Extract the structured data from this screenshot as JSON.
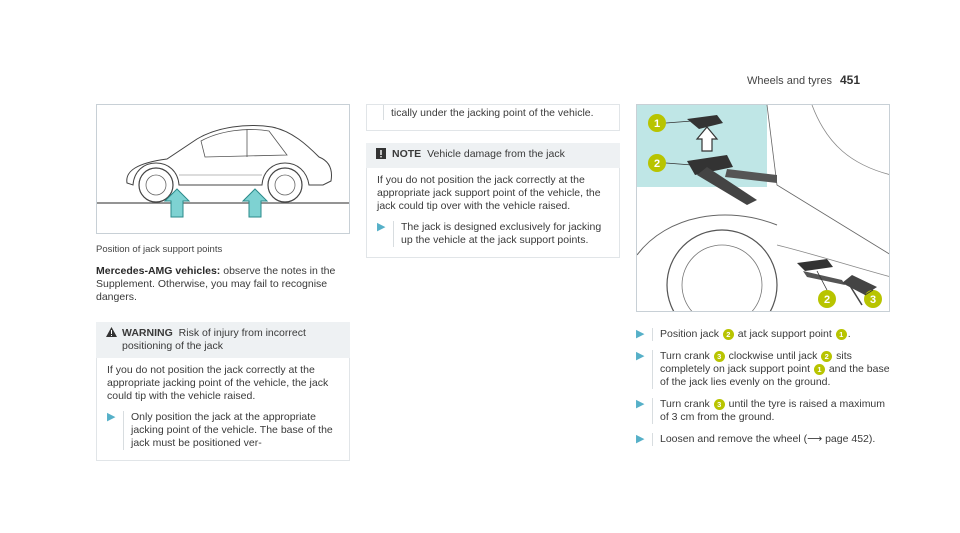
{
  "header": {
    "section": "Wheels and tyres",
    "page": "451"
  },
  "col1": {
    "caption": "Position of jack support points",
    "para_bold": "Mercedes-AMG vehicles:",
    "para_text": " observe the notes in the Supplement. Otherwise, you may fail to recognise dangers.",
    "warning": {
      "icon": "warning-icon",
      "label": "WARNING",
      "title": "Risk of injury from incorrect positioning of the jack",
      "body": "If you do not position the jack correctly at the appropriate jacking point of the vehicle, the jack could tip with the vehicle raised.",
      "step": "Only position the jack at the appropriate jacking point of the vehicle. The base of the jack must be positioned ver-"
    }
  },
  "col2": {
    "cont": "tically under the jacking point of the vehicle.",
    "note": {
      "icon": "note-icon",
      "label": "NOTE",
      "title": "Vehicle damage from the jack",
      "body": "If you do not position the jack correctly at the appropriate jack support point of the vehicle, the jack could tip over with the vehicle raised.",
      "step": "The jack is designed exclusively for jacking up the vehicle at the jack support points."
    }
  },
  "col3": {
    "steps": [
      {
        "pre": "Position jack ",
        "n1": "2",
        "mid": " at jack support point ",
        "n2": "1",
        "post": "."
      },
      {
        "pre": "Turn crank ",
        "n1": "3",
        "mid": " clockwise until jack ",
        "n2": "2",
        "post": " sits completely on jack support point ",
        "n3": "1",
        "post2": " and the base of the jack lies evenly on the ground."
      },
      {
        "pre": "Turn crank ",
        "n1": "3",
        "post": " until the tyre is raised a maximum of 3 cm from the ground."
      },
      {
        "pre": "Loosen and remove the wheel (",
        "arrow": "⟶",
        "post": " page 452)."
      }
    ],
    "figure_labels": [
      "1",
      "2",
      "2",
      "3"
    ]
  },
  "colors": {
    "accent": "#56b0c8",
    "callout": "#b8c400",
    "panel": "#eef1f3",
    "teal_fill": "#bfe6e6"
  }
}
